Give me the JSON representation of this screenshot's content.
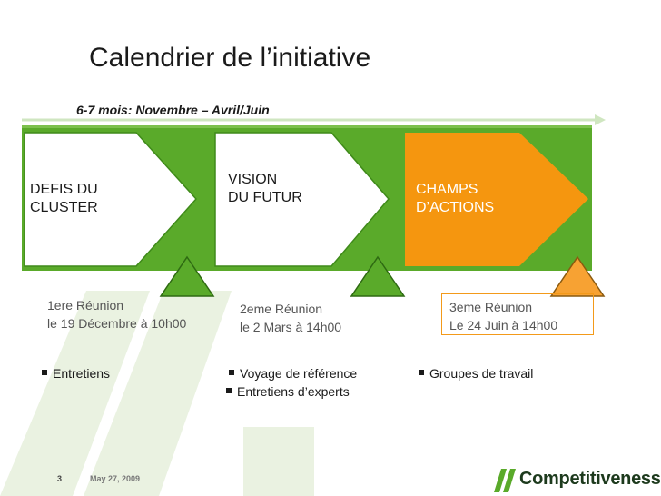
{
  "slide": {
    "title": "Calendrier de l’initiative",
    "subtitle": "6-7 mois: Novembre – Avril/Juin"
  },
  "stages": [
    {
      "label": "DEFIS DU\nCLUSTER"
    },
    {
      "label": "VISION\nDU FUTUR"
    },
    {
      "label": "CHAMPS\nD’ACTIONS"
    }
  ],
  "meetings": [
    {
      "text": "1ere Réunion\nle 19 Décembre à 10h00"
    },
    {
      "text": "2eme Réunion\nle 2 Mars à 14h00"
    },
    {
      "text": "3eme Réunion\nLe 24 Juin à 14h00"
    }
  ],
  "activities": {
    "stage1": [
      "Entretiens"
    ],
    "stage2": [
      "Voyage de référence",
      "Entretiens d’experts"
    ],
    "stage3": [
      "Groupes de travail"
    ]
  },
  "footer": {
    "page_number": "3",
    "date": "May 27, 2009"
  },
  "logo": {
    "text": "Competitiveness",
    "icon": "double-slash-logo-icon"
  },
  "colors": {
    "green": "#5aaa2a",
    "dark_green": "#3f8a1a",
    "orange": "#f5960f",
    "triangle_orange": "#f7a233",
    "watermark": "#e9f2df",
    "box_border": "#f39a1a"
  }
}
